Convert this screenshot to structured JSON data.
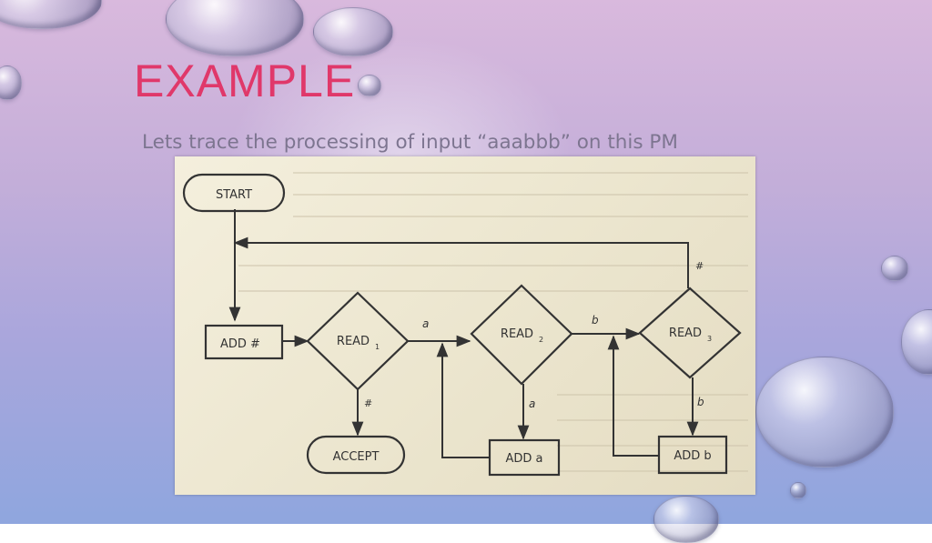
{
  "slide": {
    "title": "EXAMPLE",
    "subtitle": "Lets trace the processing of input “aaabbb” on this PM"
  },
  "flowchart": {
    "start": "START",
    "add_hash": "ADD #",
    "read1": "READ",
    "read1_sub": "1",
    "read2": "READ",
    "read2_sub": "2",
    "read3": "READ",
    "read3_sub": "3",
    "accept": "ACCEPT",
    "add_a": "ADD a",
    "add_b": "ADD b",
    "edge_read1_a": "a",
    "edge_read1_hash": "#",
    "edge_read2_a": "a",
    "edge_read2_b": "b",
    "edge_read3_b": "b",
    "edge_read3_hash": "#"
  }
}
